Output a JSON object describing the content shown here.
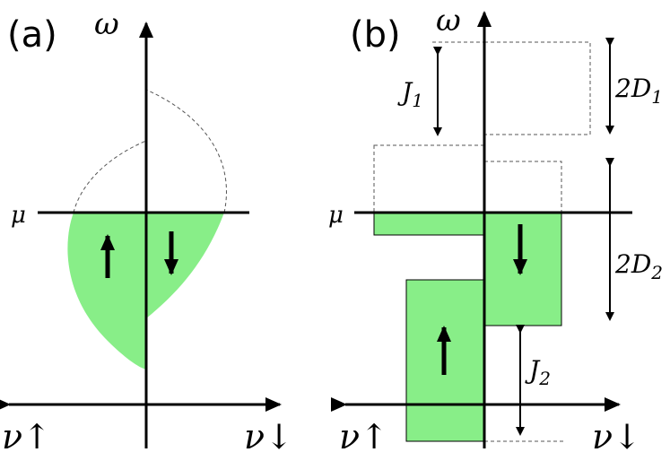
{
  "panel_a": {
    "label": "(a)",
    "omega_label": "ω",
    "mu_label": "μ",
    "nu_up_label": "ν↑",
    "nu_down_label": "ν↓"
  },
  "panel_b": {
    "label": "(b)",
    "omega_label": "ω",
    "mu_label": "μ",
    "nu_up_label": "ν↑",
    "nu_down_label": "ν↓",
    "j1_main": "J",
    "j1_sub": "1",
    "j2_main": "J",
    "j2_sub": "2",
    "d1_main": "2D",
    "d1_sub": "1",
    "d2_main": "2D",
    "d2_sub": "2"
  },
  "colors": {
    "filled": "#88ee88",
    "axes": "#000000",
    "dashed": "#555555"
  }
}
